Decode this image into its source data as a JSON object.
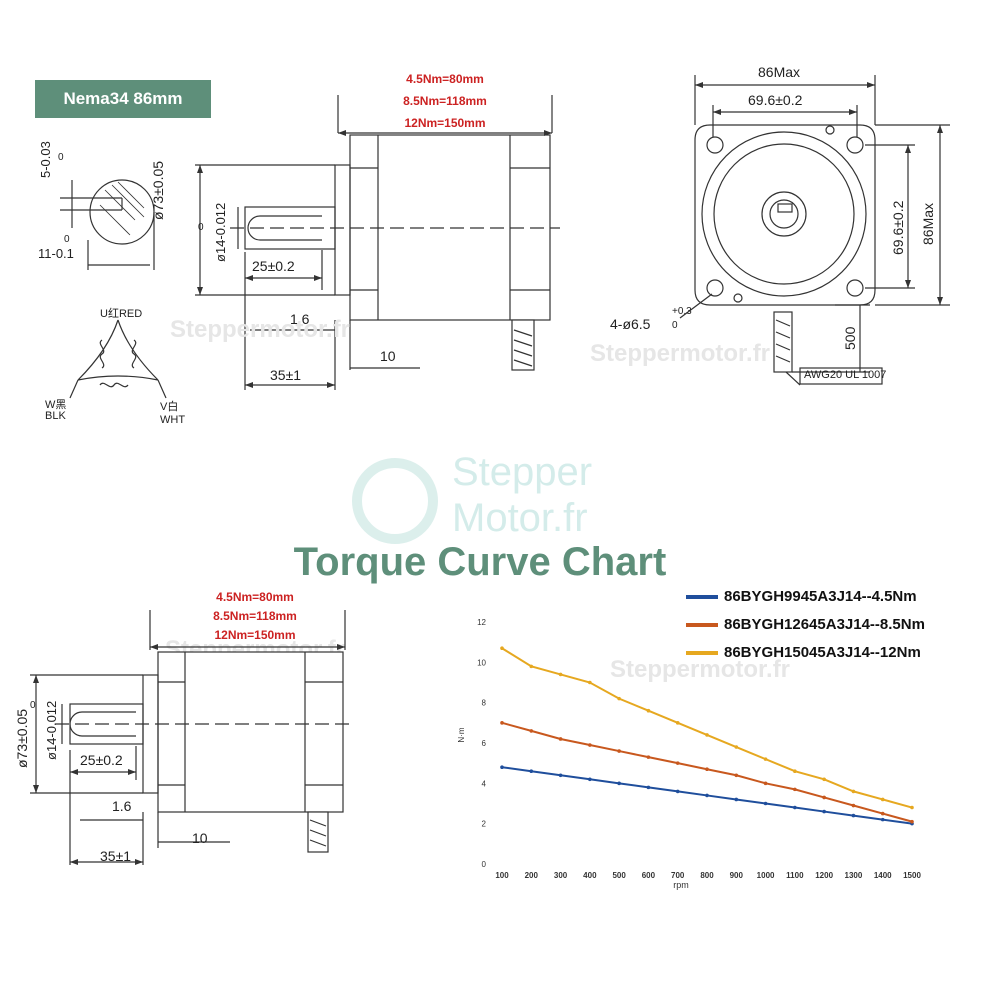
{
  "badge": "Nema34 86mm",
  "top_drawing": {
    "length_labels": [
      "4.5Nm=80mm",
      "8.5Nm=118mm",
      "12Nm=150mm"
    ],
    "shaft_diameter": "ø73±0.05",
    "shaft_small": "ø14-0.012",
    "shaft_small_sup": "0",
    "flat_len": "25±0.2",
    "d16": "1.6",
    "d10": "10",
    "d35": "35±1",
    "key_label": "5-0.03",
    "key_sup": "0",
    "key_label2": "11-0.1",
    "key_sup2": "0"
  },
  "wiring": {
    "u": "U红RED",
    "w": "W黑",
    "w2": "BLK",
    "v": "V白",
    "v2": "WHT"
  },
  "front_view": {
    "d86max": "86Max",
    "d696": "69.6±0.2",
    "d696v": "69.6±0.2",
    "d86maxv": "86Max",
    "holes": "4-ø6.5",
    "holes_sup": "+0.3",
    "holes_sub": "0",
    "d500": "500",
    "wire": "AWG20 UL 1007"
  },
  "watermarks": [
    "Steppermotor.fr",
    "Steppermotor.fr",
    "Steppermotor.fr",
    "Steppermotor.fr"
  ],
  "logo": {
    "line1": "Stepper",
    "line2": "Motor.fr"
  },
  "title": "Torque Curve Chart",
  "bottom_drawing": {
    "length_labels": [
      "4.5Nm=80mm",
      "8.5Nm=118mm",
      "12Nm=150mm"
    ],
    "shaft_diameter": "ø73±0.05",
    "shaft_small": "ø14-0.012",
    "shaft_small_sup": "0",
    "flat_len": "25±0.2",
    "d16": "1.6",
    "d10": "10",
    "d35": "35±1"
  },
  "chart_data": {
    "type": "line",
    "xlabel": "rpm",
    "ylabel": "N·m",
    "ylim": [
      0,
      12
    ],
    "yticks": [
      0,
      2,
      4,
      6,
      8,
      10,
      12
    ],
    "x": [
      100,
      200,
      300,
      400,
      500,
      600,
      700,
      800,
      900,
      1000,
      1100,
      1200,
      1300,
      1400,
      1500
    ],
    "grid": false,
    "legend_position": "top-right",
    "series": [
      {
        "name": "86BYGH9945A3J14--4.5Nm",
        "color": "#1f4e9c",
        "values": [
          4.8,
          4.6,
          4.4,
          4.2,
          4.0,
          3.8,
          3.6,
          3.4,
          3.2,
          3.0,
          2.8,
          2.6,
          2.4,
          2.2,
          2.0
        ]
      },
      {
        "name": "86BYGH12645A3J14--8.5Nm",
        "color": "#c8581e",
        "values": [
          7.0,
          6.6,
          6.2,
          5.9,
          5.6,
          5.3,
          5.0,
          4.7,
          4.4,
          4.0,
          3.7,
          3.3,
          2.9,
          2.5,
          2.1
        ]
      },
      {
        "name": "86BYGH15045A3J14--12Nm",
        "color": "#e6a820",
        "values": [
          10.7,
          9.8,
          9.4,
          9.0,
          8.2,
          7.6,
          7.0,
          6.4,
          5.8,
          5.2,
          4.6,
          4.2,
          3.6,
          3.2,
          2.8
        ]
      }
    ]
  }
}
